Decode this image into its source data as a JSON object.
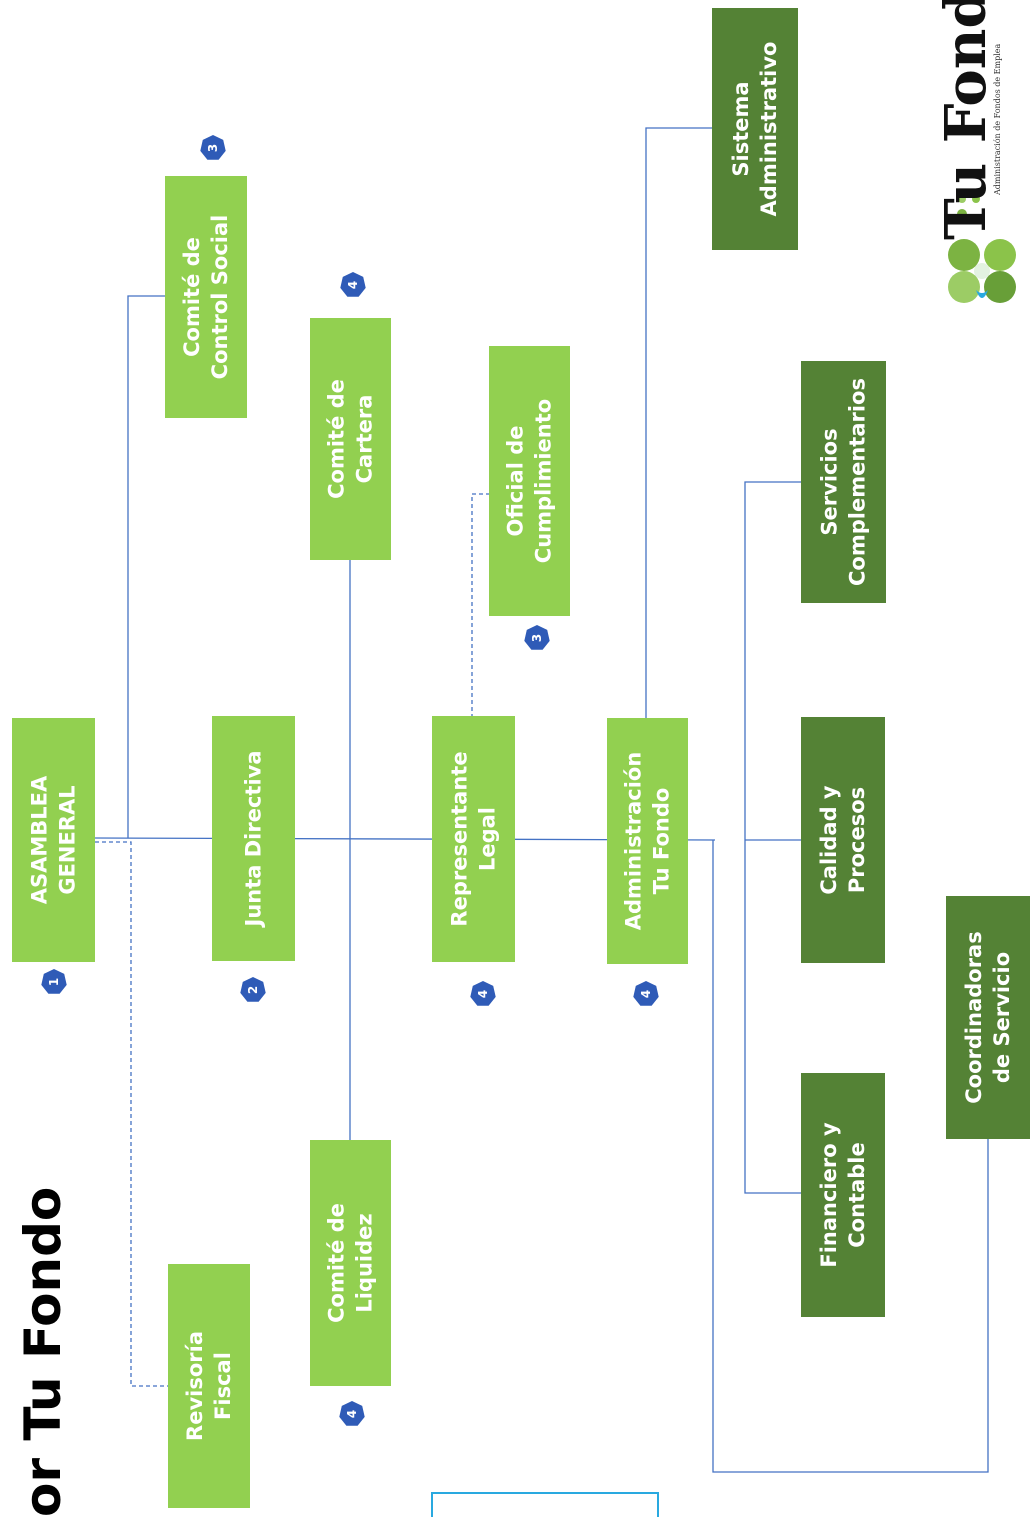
{
  "title": "or Tu Fondo",
  "logo": {
    "main": "Tu Fondo",
    "sub": "Administración de Fondos de Emplea"
  },
  "nodes": [
    {
      "id": "asamblea",
      "lines": [
        "ASAMBLEA",
        "GENERAL"
      ],
      "badge": "1",
      "shade": "light"
    },
    {
      "id": "junta",
      "lines": [
        "Junta Directiva"
      ],
      "badge": "2",
      "shade": "light"
    },
    {
      "id": "representante",
      "lines": [
        "Representante",
        "Legal"
      ],
      "badge": "4",
      "shade": "light"
    },
    {
      "id": "administracion",
      "lines": [
        "Administración",
        "Tu Fondo"
      ],
      "badge": "4",
      "shade": "light"
    },
    {
      "id": "control-social",
      "lines": [
        "Comité de",
        "Control Social"
      ],
      "badge": "3",
      "shade": "light"
    },
    {
      "id": "cartera",
      "lines": [
        "Comité de",
        "Cartera"
      ],
      "badge": "4",
      "shade": "light"
    },
    {
      "id": "oficial",
      "lines": [
        "Oficial de",
        "Cumplimiento"
      ],
      "badge": "3",
      "shade": "light"
    },
    {
      "id": "revisoria",
      "lines": [
        "Revisoría",
        "Fiscal"
      ],
      "badge": "",
      "shade": "light"
    },
    {
      "id": "liquidez",
      "lines": [
        "Comité de",
        "Liquidez"
      ],
      "badge": "4",
      "shade": "light"
    },
    {
      "id": "sistema",
      "lines": [
        "Sistema",
        "Administrativo"
      ],
      "badge": "",
      "shade": "dark"
    },
    {
      "id": "servicios",
      "lines": [
        "Servicios",
        "Complementarios"
      ],
      "badge": "",
      "shade": "dark"
    },
    {
      "id": "calidad",
      "lines": [
        "Calidad y",
        "Procesos"
      ],
      "badge": "",
      "shade": "dark"
    },
    {
      "id": "financiero",
      "lines": [
        "Financiero y",
        "Contable"
      ],
      "badge": "",
      "shade": "dark"
    },
    {
      "id": "coordinadoras",
      "lines": [
        "Coordinadoras",
        "de Servicio"
      ],
      "badge": "",
      "shade": "dark"
    }
  ],
  "colors": {
    "light_box": "#92d050",
    "dark_box": "#548235",
    "connector": "#4472c4",
    "badge": "#2f5bb7"
  }
}
